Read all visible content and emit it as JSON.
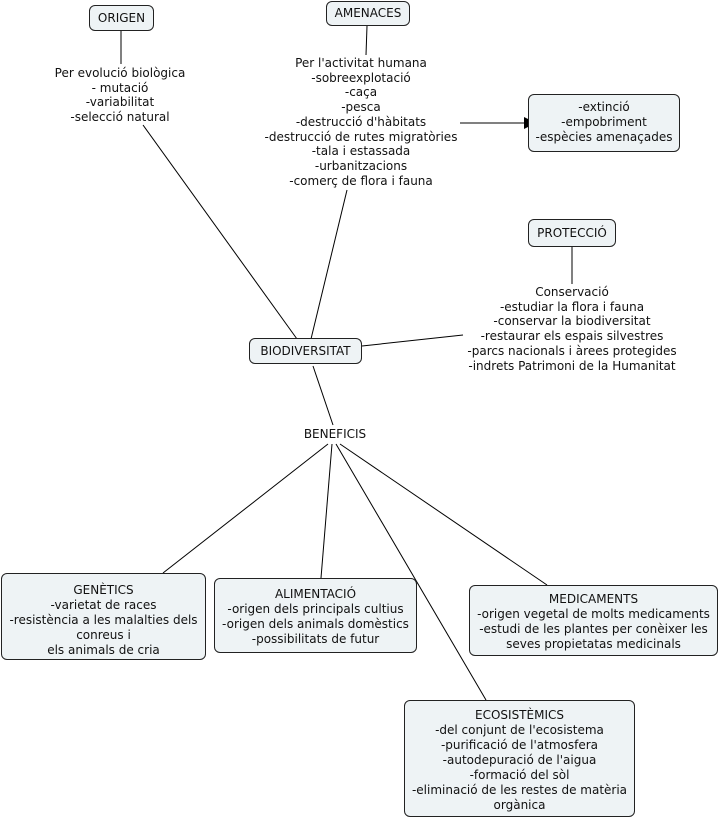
{
  "nodes": {
    "origen": {
      "title": "ORIGEN"
    },
    "origen_text": {
      "lines": [
        "Per evolució biològica",
        "- mutació",
        "-variabilitat",
        "-selecció natural"
      ]
    },
    "amenaces": {
      "title": "AMENACES"
    },
    "amenaces_text": {
      "lines": [
        "Per l'activitat humana",
        "-sobreexplotació",
        "-caça",
        "-pesca",
        "-destrucció d'hàbitats",
        "-destrucció de rutes migratòries",
        "-tala i estassada",
        "-urbanitzacions",
        "-comerç de flora i fauna"
      ]
    },
    "consequences": {
      "lines": [
        "-extinció",
        "-empobriment",
        "-espècies amenaçades"
      ]
    },
    "proteccio": {
      "title": "PROTECCIÓ"
    },
    "proteccio_text": {
      "lines": [
        "Conservació",
        "-estudiar la flora i fauna",
        "-conservar la biodiversitat",
        "-restaurar els espais silvestres",
        "-parcs nacionals i àrees protegides",
        "-indrets Patrimoni de la Humanitat"
      ]
    },
    "biodiversitat": {
      "title": "BIODIVERSITAT"
    },
    "beneficis": {
      "title": "BENEFICIS"
    },
    "genetics": {
      "lines": [
        "GENÈTICS",
        "-varietat de races",
        "-resistència a les malalties dels",
        "conreus i",
        "els animals de cria"
      ]
    },
    "alimentacio": {
      "lines": [
        "ALIMENTACIÓ",
        "-origen dels principals cultius",
        "-origen dels animals domèstics",
        "-possibilitats de futur"
      ]
    },
    "medicaments": {
      "lines": [
        "MEDICAMENTS",
        "-origen vegetal de molts medicaments",
        "-estudi de les plantes per conèixer les",
        "seves propietatas medicinals"
      ]
    },
    "ecosistemics": {
      "lines": [
        "ECOSISTÈMICS",
        "-del conjunt de l'ecosistema",
        "-purificació de l'atmosfera",
        "-autodepuració de l'aigua",
        "-formació del sòl",
        "-eliminació de les restes de matèria",
        "orgànica"
      ]
    }
  }
}
